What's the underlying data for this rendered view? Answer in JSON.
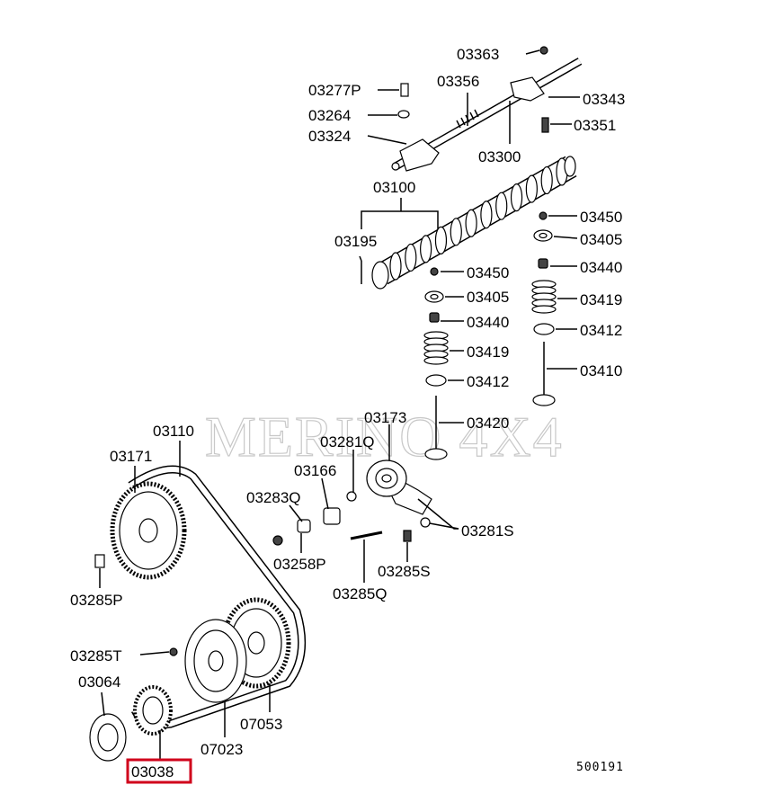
{
  "watermark": "MERINO 4X4",
  "diagram_code": "500191",
  "highlight_color": "#d0021b",
  "labels": {
    "p03363": "03363",
    "p03277P": "03277P",
    "p03356": "03356",
    "p03343": "03343",
    "p03264": "03264",
    "p03351": "03351",
    "p03324": "03324",
    "p03300": "03300",
    "p03100": "03100",
    "p03450a": "03450",
    "p03405a": "03405",
    "p03195": "03195",
    "p03440a": "03440",
    "p03450b": "03450",
    "p03419a": "03419",
    "p03405b": "03405",
    "p03412a": "03412",
    "p03440b": "03440",
    "p03410": "03410",
    "p03419b": "03419",
    "p03412b": "03412",
    "p03173": "03173",
    "p03420": "03420",
    "p03110": "03110",
    "p03281Q": "03281Q",
    "p03171": "03171",
    "p03166": "03166",
    "p03283Q": "03283Q",
    "p03281S": "03281S",
    "p03258P": "03258P",
    "p03285S": "03285S",
    "p03285P": "03285P",
    "p03285Q": "03285Q",
    "p03285T": "03285T",
    "p03064": "03064",
    "p07053": "07053",
    "p07023": "07023",
    "p03038": "03038"
  }
}
